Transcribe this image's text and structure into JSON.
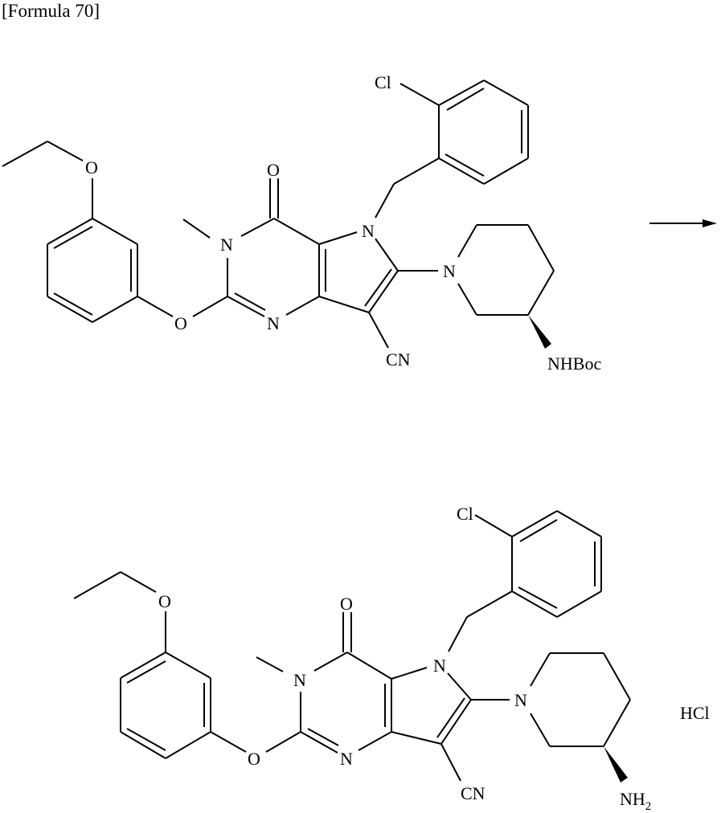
{
  "title": "[Formula 70]",
  "reactant": {
    "labels": {
      "ether_o": "O",
      "aryl_o": "O",
      "n_methyl": "N",
      "carbonyl_o": "O",
      "n_ring": "N",
      "n_pyrrole": "N",
      "n_piperidine": "N",
      "cl": "Cl",
      "cn": "CN",
      "amine": "NHBoc"
    }
  },
  "arrow": {
    "direction": "right"
  },
  "product": {
    "labels": {
      "ether_o": "O",
      "aryl_o": "O",
      "n_methyl": "N",
      "carbonyl_o": "O",
      "n_ring": "N",
      "n_pyrrole": "N",
      "n_piperidine": "N",
      "cl": "Cl",
      "cn": "CN",
      "amine": "NH",
      "amine_sub": "2",
      "salt": "HCl"
    }
  }
}
